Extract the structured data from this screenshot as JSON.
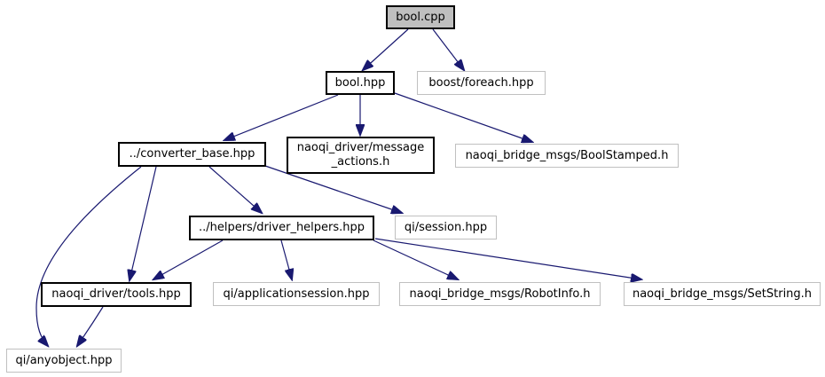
{
  "colors": {
    "edge_color": "#191970",
    "root_fill": "#bfbfbf",
    "node_fill": "#ffffff",
    "link_border": "#000000",
    "plain_border": "#c0c0c0",
    "text_color": "#000000",
    "background": "#ffffff"
  },
  "nodes": [
    {
      "id": "bool-cpp",
      "label": "bool.cpp"
    },
    {
      "id": "bool-hpp",
      "label": "bool.hpp"
    },
    {
      "id": "boost-foreach-hpp",
      "label": "boost/foreach.hpp"
    },
    {
      "id": "converter-base-hpp",
      "label": "../converter_base.hpp"
    },
    {
      "id": "message-actions-h",
      "label": "naoqi_driver/message_actions.h",
      "lines": [
        "naoqi_driver/message",
        "_actions.h"
      ]
    },
    {
      "id": "bool-stamped-h",
      "label": "naoqi_bridge_msgs/BoolStamped.h"
    },
    {
      "id": "driver-helpers-hpp",
      "label": "../helpers/driver_helpers.hpp"
    },
    {
      "id": "session-hpp",
      "label": "qi/session.hpp"
    },
    {
      "id": "tools-hpp",
      "label": "naoqi_driver/tools.hpp"
    },
    {
      "id": "applicationsession-hpp",
      "label": "qi/applicationsession.hpp"
    },
    {
      "id": "robotinfo-h",
      "label": "naoqi_bridge_msgs/RobotInfo.h"
    },
    {
      "id": "setstring-h",
      "label": "naoqi_bridge_msgs/SetString.h"
    },
    {
      "id": "anyobject-hpp",
      "label": "qi/anyobject.hpp"
    }
  ],
  "edges": [
    {
      "from": "bool.cpp",
      "to": "bool.hpp"
    },
    {
      "from": "bool.cpp",
      "to": "boost/foreach.hpp"
    },
    {
      "from": "bool.hpp",
      "to": "../converter_base.hpp"
    },
    {
      "from": "bool.hpp",
      "to": "naoqi_driver/message_actions.h"
    },
    {
      "from": "bool.hpp",
      "to": "naoqi_bridge_msgs/BoolStamped.h"
    },
    {
      "from": "../converter_base.hpp",
      "to": "qi/anyobject.hpp"
    },
    {
      "from": "../converter_base.hpp",
      "to": "naoqi_driver/tools.hpp"
    },
    {
      "from": "../converter_base.hpp",
      "to": "../helpers/driver_helpers.hpp"
    },
    {
      "from": "../converter_base.hpp",
      "to": "qi/session.hpp"
    },
    {
      "from": "../helpers/driver_helpers.hpp",
      "to": "naoqi_driver/tools.hpp"
    },
    {
      "from": "../helpers/driver_helpers.hpp",
      "to": "qi/applicationsession.hpp"
    },
    {
      "from": "../helpers/driver_helpers.hpp",
      "to": "naoqi_bridge_msgs/RobotInfo.h"
    },
    {
      "from": "../helpers/driver_helpers.hpp",
      "to": "naoqi_bridge_msgs/SetString.h"
    },
    {
      "from": "naoqi_driver/tools.hpp",
      "to": "qi/anyobject.hpp"
    }
  ]
}
